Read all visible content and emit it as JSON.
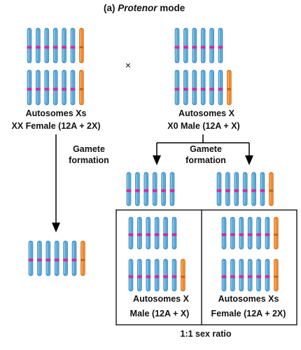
{
  "title": {
    "prefix": "(a) ",
    "mode_name": "Protenor",
    "suffix": " mode"
  },
  "cross_symbol": "×",
  "parents": {
    "female": {
      "labels_line": "Autosomes Xs",
      "description": "XX Female (12A + 2X)"
    },
    "male": {
      "labels_line": "Autosomes  X",
      "description": "X0 Male (12A + X)"
    }
  },
  "gamete_formation_left": [
    "Gamete",
    "formation"
  ],
  "gamete_formation_right": [
    "Gamete",
    "formation"
  ],
  "offspring": {
    "male": {
      "labels_line": "Autosomes  X",
      "description": "Male (12A + X)"
    },
    "female": {
      "labels_line": "Autosomes Xs",
      "description": "Female (12A + 2X)"
    }
  },
  "ratio_label": "1:1 sex ratio",
  "colors": {
    "autosome": "#5ba8d8",
    "autosome_dark": "#2f7db5",
    "centromere": "#c8329a",
    "x_chromosome": "#ef8a2b",
    "x_dark": "#c7651a",
    "arrows": "#000000"
  }
}
